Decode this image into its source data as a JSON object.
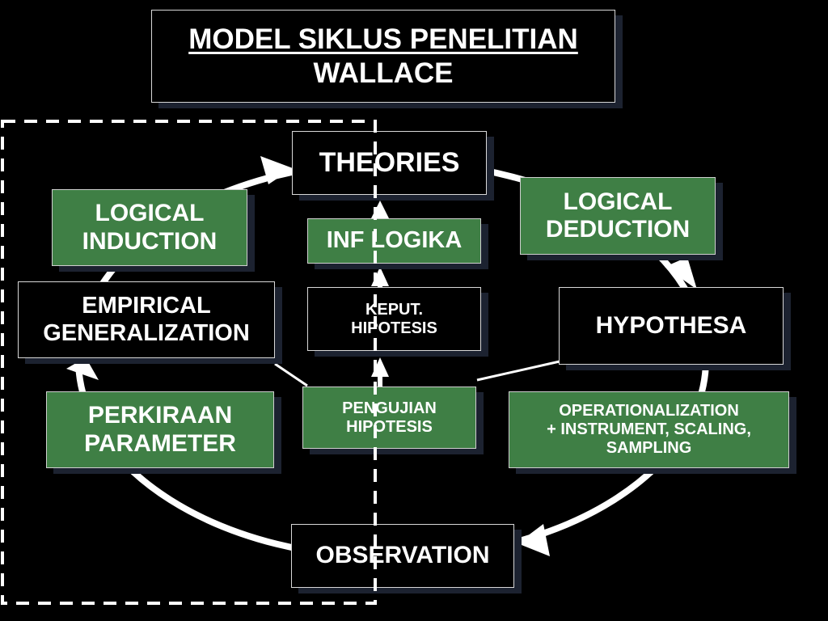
{
  "title": {
    "line1": "MODEL SIKLUS PENELITIAN",
    "line2": "WALLACE"
  },
  "nodes": {
    "theories": "THEORIES",
    "logical_deduction": [
      "LOGICAL",
      "DEDUCTION"
    ],
    "hypothesa": "HYPOTHESA",
    "operationalization": [
      "OPERATIONALIZATION",
      "+ INSTRUMENT, SCALING,",
      "SAMPLING"
    ],
    "observation": "OBSERVATION",
    "perkiraan_parameter": [
      "PERKIRAAN",
      "PARAMETER"
    ],
    "empirical_generalization": [
      "EMPIRICAL",
      "GENERALIZATION"
    ],
    "logical_induction": [
      "LOGICAL",
      "INDUCTION"
    ],
    "inf_logika": "INF LOGIKA",
    "keput_hipotesis": [
      "KEPUT.",
      "HIPOTESIS"
    ],
    "pengujian_hipotesis": [
      "PENGUJIAN",
      "HIPOTESIS"
    ]
  },
  "colors": {
    "green_box": "#3f7f45",
    "cycle_line": "#ffffff",
    "background": "#000000"
  }
}
